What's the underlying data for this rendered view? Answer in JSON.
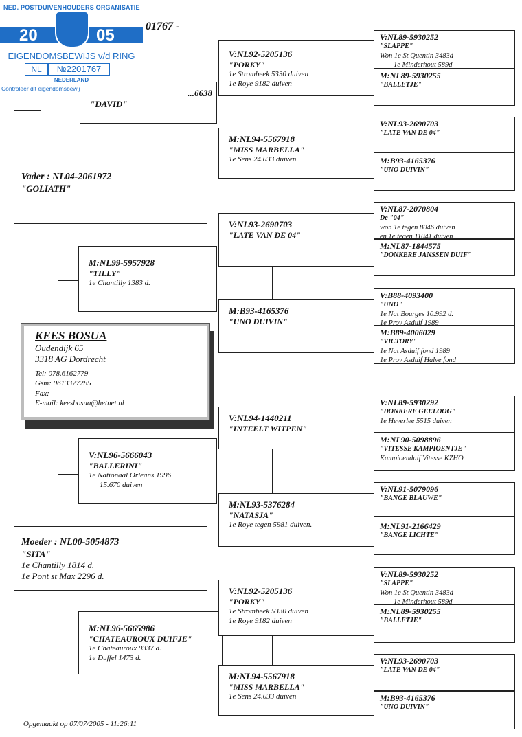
{
  "header_fragment": "01767 -",
  "sticker": {
    "org": "NED. POSTDUIVENHOUDERS ORGANISATIE",
    "year_left": "20",
    "year_right": "05",
    "subtitle": "EIGENDOMSBEWIJS v/d RING",
    "country_code": "NL",
    "ring_number": "№2201767",
    "country": "NEDERLAND",
    "control_text": "Controleer dit eigendomsbewijs met de ring"
  },
  "pigeon": {
    "ring_partial": "...6638",
    "name": "\"DAVID\""
  },
  "father": {
    "ring": "Vader : NL04-2061972",
    "name": "\"GOLIATH\""
  },
  "mother": {
    "ring": "Moeder : NL00-5054873",
    "name": "\"SITA\"",
    "lines": [
      "1e Chantilly 1814 d.",
      "1e Pont st Max 2296 d."
    ]
  },
  "gen2": [
    {
      "ring": "M:NL99-5957928",
      "name": "\"TILLY\"",
      "lines": [
        "1e Chantilly 1383 d."
      ]
    },
    {
      "ring": "V:NL96-5666043",
      "name": "\"BALLERINI\"",
      "lines": [
        "1e Nationaal Orleans 1996",
        "15.670 duiven"
      ]
    },
    {
      "ring": "M:NL96-5665986",
      "name": "\"CHATEAUROUX DUIFJE\"",
      "lines": [
        "1e Chateauroux 9337 d.",
        "1e Duffel  1473 d."
      ]
    }
  ],
  "gen3": [
    {
      "ring": "V:NL92-5205136",
      "name": "\"PORKY\"",
      "lines": [
        "1e Strombeek 5330 duiven",
        "1e Roye      9182 duiven"
      ]
    },
    {
      "ring": "M:NL94-5567918",
      "name": "\"MISS MARBELLA\"",
      "lines": [
        "1e Sens 24.033 duiven"
      ]
    },
    {
      "ring": "V:NL93-2690703",
      "name": "\"LATE VAN DE 04\"",
      "lines": []
    },
    {
      "ring": "M:B93-4165376",
      "name": "\"UNO DUIVIN\"",
      "lines": []
    },
    {
      "ring": "V:NL94-1440211",
      "name": "\"INTEELT WITPEN\"",
      "lines": []
    },
    {
      "ring": "M:NL93-5376284",
      "name": "\"NATASJA\"",
      "lines": [
        "1e Roye tegen 5981 duiven."
      ]
    },
    {
      "ring": "V:NL92-5205136",
      "name": "\"PORKY\"",
      "lines": [
        "1e Strombeek 5330 duiven",
        "1e Roye      9182 duiven"
      ]
    },
    {
      "ring": "M:NL94-5567918",
      "name": "\"MISS MARBELLA\"",
      "lines": [
        "1e Sens 24.033 duiven"
      ]
    }
  ],
  "gen4": [
    {
      "ring": "V:NL89-5930252",
      "name": "\"SLAPPE\"",
      "lines": [
        "Won  1e St Quentin  3483d",
        "1e Minderhout    589d"
      ]
    },
    {
      "ring": "M:NL89-5930255",
      "name": "\"BALLETJE\"",
      "lines": []
    },
    {
      "ring": "V:NL93-2690703",
      "name": "\"LATE VAN DE 04\"",
      "lines": []
    },
    {
      "ring": "M:B93-4165376",
      "name": "\"UNO DUIVIN\"",
      "lines": []
    },
    {
      "ring": "V:NL87-2070804",
      "name": "De  \"04\"",
      "lines": [
        "won 1e tegen 8046 duiven",
        "en 1e tegen 11041 duiven"
      ]
    },
    {
      "ring": "M:NL87-1844575",
      "name": "\"DONKERE JANSSEN DUIF\"",
      "lines": []
    },
    {
      "ring": "V:B88-4093400",
      "name": "\"UNO\"",
      "lines": [
        "1e Nat Bourges 10.992 d.",
        "1e Prov Asduif 1989"
      ]
    },
    {
      "ring": "M:B89-4006029",
      "name": "\"VICTORY\"",
      "lines": [
        "1e Nat Asduif fond 1989",
        "1e Prov Asduif Halve fond"
      ]
    },
    {
      "ring": "V:NL89-5930292",
      "name": "\"DONKERE GEELOOG\"",
      "lines": [
        "1e Heverlee  5515 duiven"
      ]
    },
    {
      "ring": "M:NL90-5098896",
      "name": "\"VITESSE KAMPIOENTJE\"",
      "lines": [
        "Kampioenduif Vitesse KZHO"
      ]
    },
    {
      "ring": "V:NL91-5079096",
      "name": "\"BANGE BLAUWE\"",
      "lines": []
    },
    {
      "ring": "M:NL91-2166429",
      "name": "\"BANGE LICHTE\"",
      "lines": []
    },
    {
      "ring": "V:NL89-5930252",
      "name": "\"SLAPPE\"",
      "lines": [
        "Won  1e St Quentin  3483d",
        "1e Minderhout    589d"
      ]
    },
    {
      "ring": "M:NL89-5930255",
      "name": "\"BALLETJE\"",
      "lines": []
    },
    {
      "ring": "V:NL93-2690703",
      "name": "\"LATE VAN DE 04\"",
      "lines": []
    },
    {
      "ring": "M:B93-4165376",
      "name": "\"UNO DUIVIN\"",
      "lines": []
    }
  ],
  "owner": {
    "name": "KEES BOSUA",
    "street": "Oudendijk 65",
    "city": "3318 AG Dordrecht",
    "tel": "Tel: 078.6162779",
    "gsm": "Gsm: 0613377285",
    "fax": "Fax:",
    "email": "E-mail: keesbosua@hetnet.nl"
  },
  "footer": "Opgemaakt op 07/07/2005 - 11:26:11"
}
